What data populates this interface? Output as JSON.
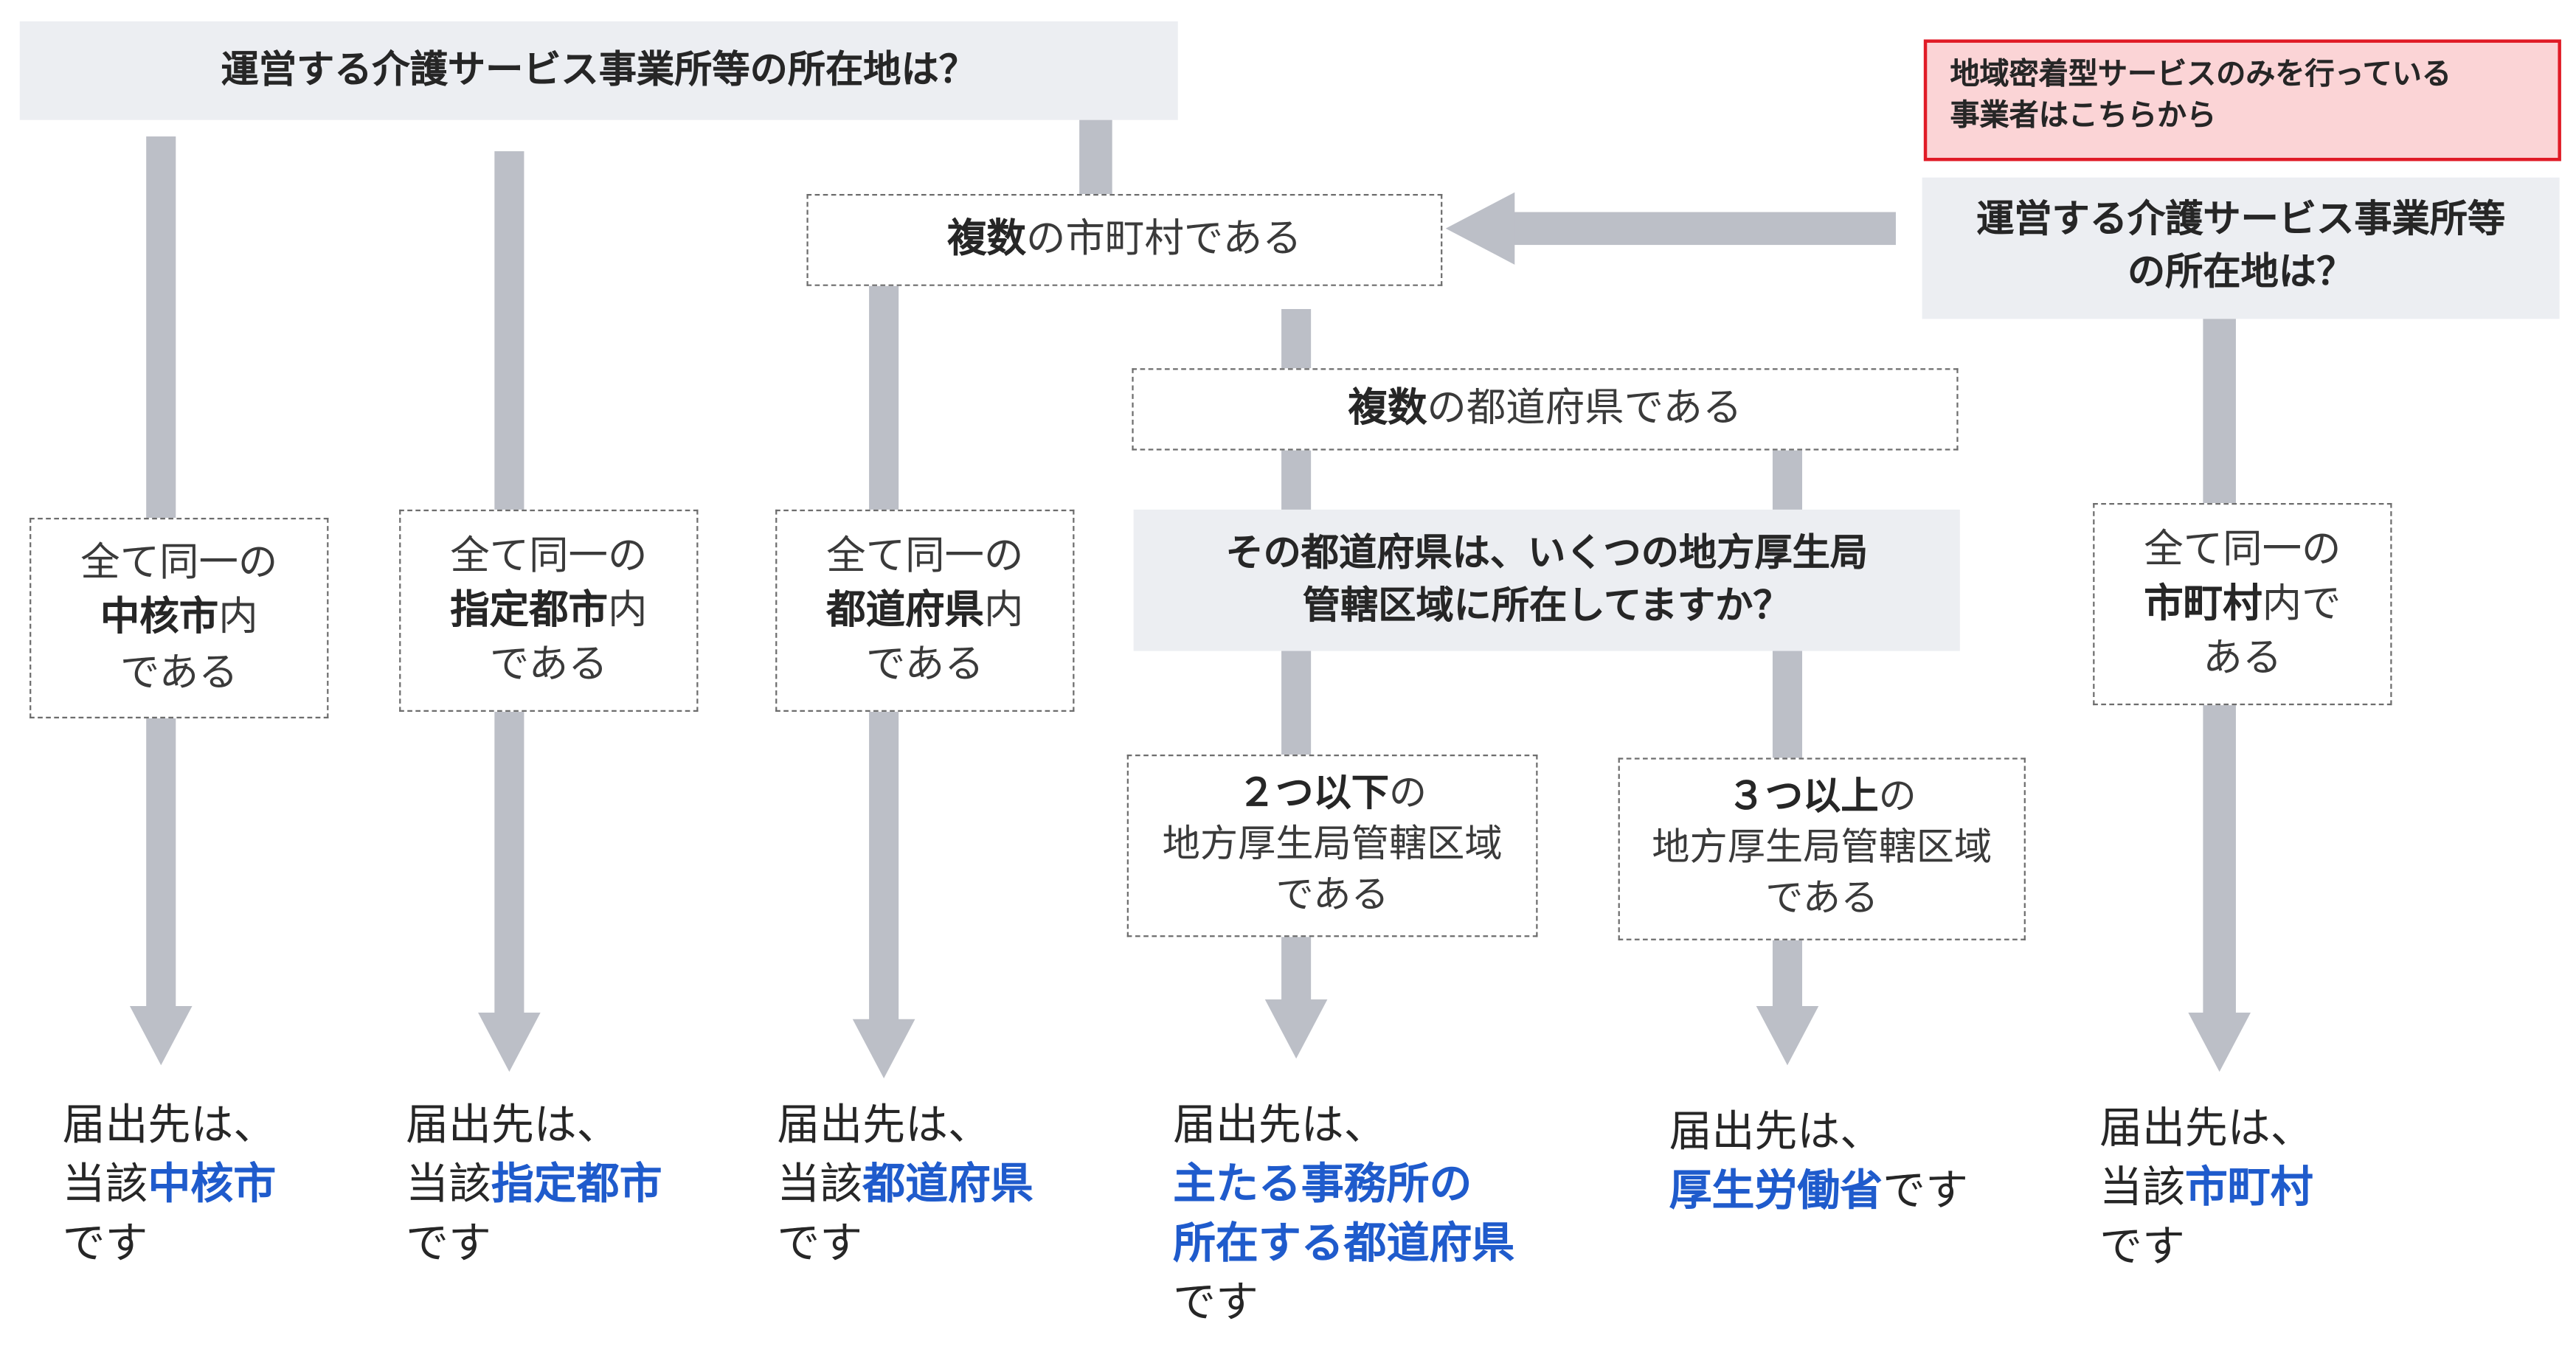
{
  "questions": {
    "main": "運営する介護サービス事業所等の所在地は？",
    "community_line1": "運営する介護サービス事業所等",
    "community_line2": "の所在地は？",
    "region_line1": "その都道府県は、いくつの地方厚生局",
    "region_line2": "管轄区域に所在してますか？"
  },
  "community_link": {
    "line1": "地域密着型サービスのみを行っている",
    "line2": "事業者はこちらから"
  },
  "conditions": {
    "multi_city": {
      "bold": "複数",
      "rest": "の市町村である"
    },
    "multi_pref": {
      "bold": "複数",
      "rest": "の都道府県である"
    },
    "core_city": {
      "line1": "全て同一の",
      "bold": "中核市",
      "rest": "内",
      "line3": "である"
    },
    "designated_city": {
      "line1": "全て同一の",
      "bold": "指定都市",
      "rest": "内",
      "line3": "である"
    },
    "prefecture": {
      "line1": "全て同一の",
      "bold": "都道府県",
      "rest": "内",
      "line3": "である"
    },
    "municipality": {
      "line1": "全て同一の",
      "bold": "市町村",
      "rest": "内で",
      "line3": "ある"
    },
    "two_or_less": {
      "bold": "２つ以下",
      "rest": "の",
      "line2": "地方厚生局管轄区域",
      "line3": "である"
    },
    "three_or_more": {
      "bold": "３つ以上",
      "rest": "の",
      "line2": "地方厚生局管轄区域",
      "line3": "である"
    }
  },
  "results": {
    "core_city": {
      "line1": "届出先は、",
      "prefix": "当該",
      "target": "中核市",
      "line3": "です"
    },
    "designated_city": {
      "line1": "届出先は、",
      "prefix": "当該",
      "target": "指定都市",
      "line3": "です"
    },
    "prefecture": {
      "line1": "届出先は、",
      "prefix": "当該",
      "target": "都道府県",
      "line3": "です"
    },
    "main_office": {
      "line1": "届出先は、",
      "target_line1": "主たる事務所の",
      "target_line2": "所在する都道府県",
      "line4": "です"
    },
    "mhlw": {
      "line1": "届出先は、",
      "target": "厚生労働省",
      "suffix": "です"
    },
    "municipality": {
      "line1": "届出先は、",
      "prefix": "当該",
      "target": "市町村",
      "line3": "です"
    }
  },
  "colors": {
    "arrow": "#bcbfc7",
    "question_bg": "#eceef2",
    "highlight": "#1f5bcc",
    "red_border": "#e01b26",
    "red_bg": "#fbd4d6"
  }
}
